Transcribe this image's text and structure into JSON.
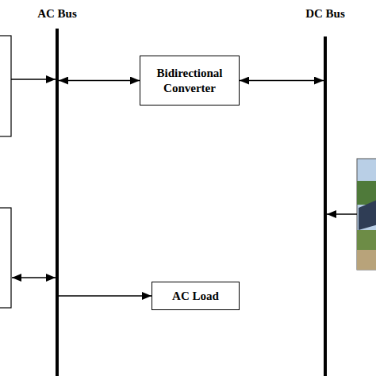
{
  "diagram": {
    "nodes": [
      {
        "text": [
          "AC Bus"
        ]
      },
      {
        "text": [
          "Bidirectional Converter"
        ]
      },
      {
        "text": [
          "DC Bus"
        ]
      },
      {
        "text": [
          "AC Load"
        ]
      }
    ],
    "edges": [
      {
        "from": 0,
        "to": 1,
        "arrow": "both"
      },
      {
        "from": 1,
        "to": 2,
        "arrow": "both"
      },
      {
        "from": 0,
        "to": 3,
        "arrow": "to"
      }
    ]
  }
}
